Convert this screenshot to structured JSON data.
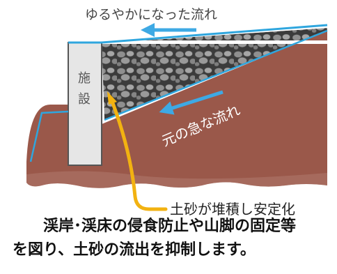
{
  "diagram": {
    "top_flow_label": "ゆるやかになった流れ",
    "facility_label_line1": "施",
    "facility_label_line2": "設",
    "steep_flow_label": "元の急な流れ",
    "sediment_label": "土砂が堆積し安定化",
    "colors": {
      "soil": "#9a584a",
      "soil_light": "#a9695b",
      "facility_wall": "#e6e6e6",
      "water_line": "#2fa6de",
      "flow_arrow": "#3ea9e4",
      "sediment_arrow": "#f2b211",
      "rock_dark": "#3b3b3b",
      "rock_light": "#9b9b9b"
    }
  },
  "caption": {
    "line1": "渓岸･渓床の侵食防止や山脚の固定等",
    "line2": "を図り、土砂の流出を抑制します。"
  }
}
